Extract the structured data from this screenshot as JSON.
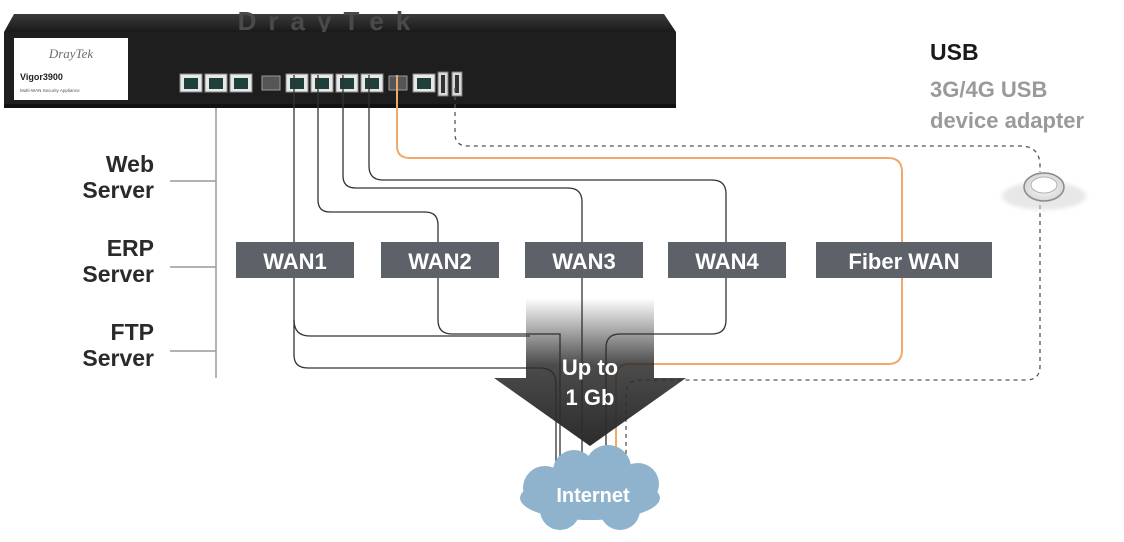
{
  "router": {
    "brand": "DrayTek",
    "model": "Vigor3900",
    "tagline": "Multi-WAN Security Appliance",
    "watermark": "DrayTek"
  },
  "servers": [
    {
      "line1": "Web",
      "line2": "Server"
    },
    {
      "line1": "ERP",
      "line2": "Server"
    },
    {
      "line1": "FTP",
      "line2": "Server"
    }
  ],
  "wans": [
    {
      "label": "WAN1",
      "type": "ethernet"
    },
    {
      "label": "WAN2",
      "type": "ethernet"
    },
    {
      "label": "WAN3",
      "type": "ethernet"
    },
    {
      "label": "WAN4",
      "type": "ethernet"
    },
    {
      "label": "Fiber WAN",
      "type": "fiber"
    }
  ],
  "usb": {
    "title": "USB",
    "subtitle_line1": "3G/4G USB",
    "subtitle_line2": "device adapter"
  },
  "arrow": {
    "line1": "Up to",
    "line2": "1 Gb"
  },
  "internet": {
    "label": "Internet"
  },
  "colors": {
    "router_body": "#1e1e1e",
    "wan_box": "#5d6268",
    "ethernet_cable": "#333333",
    "fiber_cable": "#f0a96a",
    "usb_cable": "#555555",
    "arrow": "#2c2c2c",
    "cloud": "#8fb3cc",
    "server_text": "#2a2a2a",
    "usb_sub_text": "#9a9a9a"
  }
}
